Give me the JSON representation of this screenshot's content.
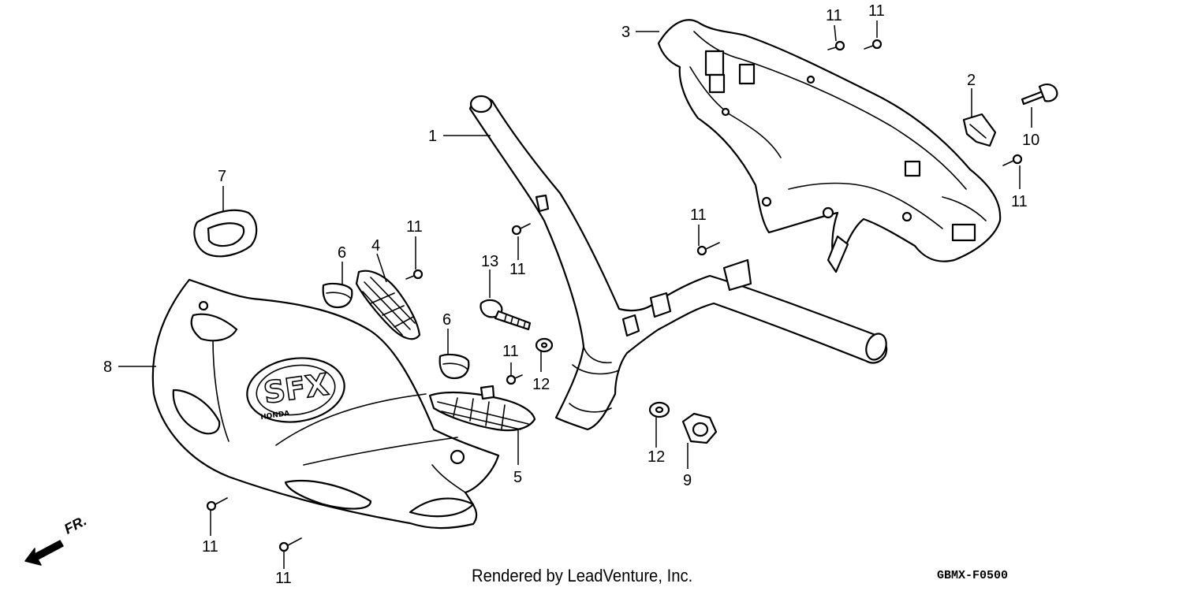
{
  "footer": {
    "credit": "Rendered by LeadVenture, Inc.",
    "code": "GBMX-F0500",
    "direction": "FR."
  },
  "callouts": [
    {
      "id": "c1",
      "label": "1"
    },
    {
      "id": "c2",
      "label": "2"
    },
    {
      "id": "c3",
      "label": "3"
    },
    {
      "id": "c4",
      "label": "4"
    },
    {
      "id": "c5",
      "label": "5"
    },
    {
      "id": "c6a",
      "label": "6"
    },
    {
      "id": "c6b",
      "label": "6"
    },
    {
      "id": "c7",
      "label": "7"
    },
    {
      "id": "c8",
      "label": "8"
    },
    {
      "id": "c9",
      "label": "9"
    },
    {
      "id": "c10",
      "label": "10"
    },
    {
      "id": "c11a",
      "label": "11"
    },
    {
      "id": "c11b",
      "label": "11"
    },
    {
      "id": "c11c",
      "label": "11"
    },
    {
      "id": "c11d",
      "label": "11"
    },
    {
      "id": "c11e",
      "label": "11"
    },
    {
      "id": "c11f",
      "label": "11"
    },
    {
      "id": "c11g",
      "label": "11"
    },
    {
      "id": "c11h",
      "label": "11"
    },
    {
      "id": "c11i",
      "label": "11"
    },
    {
      "id": "c12a",
      "label": "12"
    },
    {
      "id": "c12b",
      "label": "12"
    },
    {
      "id": "c13",
      "label": "13"
    }
  ],
  "emblem": {
    "text": "SFX",
    "brand": "HONDA"
  }
}
